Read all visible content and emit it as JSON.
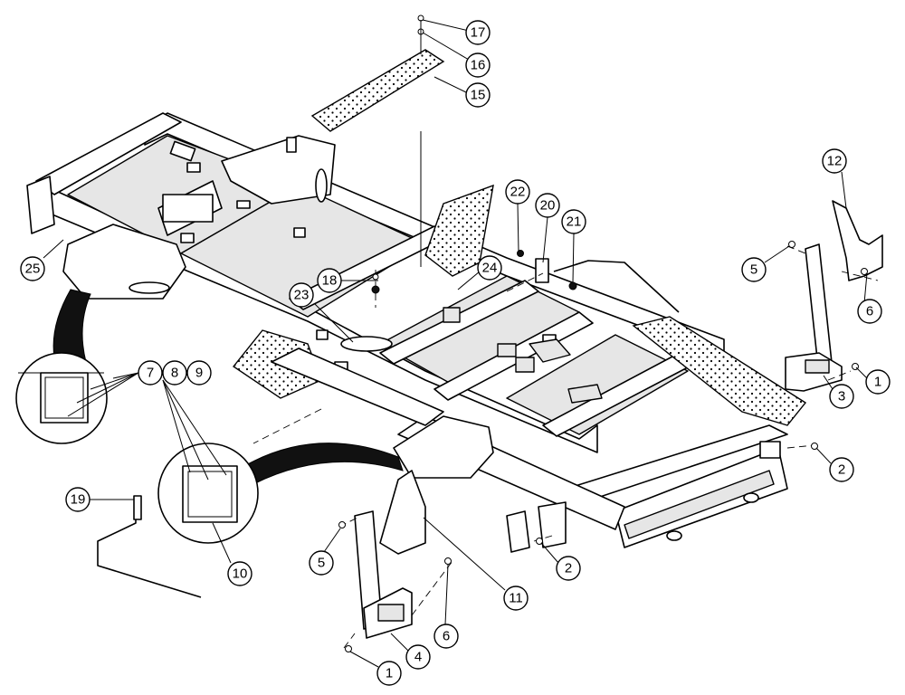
{
  "callouts": [
    {
      "label": "1"
    },
    {
      "label": "1"
    },
    {
      "label": "2"
    },
    {
      "label": "2"
    },
    {
      "label": "3"
    },
    {
      "label": "4"
    },
    {
      "label": "5"
    },
    {
      "label": "5"
    },
    {
      "label": "6"
    },
    {
      "label": "6"
    },
    {
      "label": "7"
    },
    {
      "label": "8"
    },
    {
      "label": "9"
    },
    {
      "label": "10"
    },
    {
      "label": "11"
    },
    {
      "label": "12"
    },
    {
      "label": "15"
    },
    {
      "label": "16"
    },
    {
      "label": "17"
    },
    {
      "label": "18"
    },
    {
      "label": "19"
    },
    {
      "label": "20"
    },
    {
      "label": "21"
    },
    {
      "label": "22"
    },
    {
      "label": "23"
    },
    {
      "label": "24"
    },
    {
      "label": "25"
    }
  ]
}
